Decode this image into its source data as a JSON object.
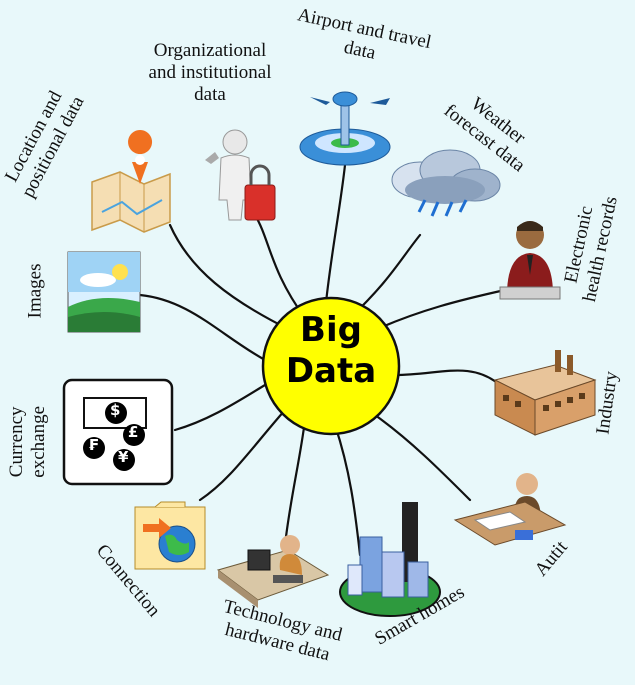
{
  "center": {
    "line1": "Big",
    "line2": "Data"
  },
  "branches": [
    {
      "id": "location",
      "line1": "Location and",
      "line2": "positional data",
      "icon": "map-pin-icon"
    },
    {
      "id": "organizational",
      "line1": "Organizational",
      "line2": "and institutional",
      "line3": "data",
      "icon": "padlock-person-icon"
    },
    {
      "id": "airport",
      "line1": "Airport and travel",
      "line2": "data",
      "icon": "airport-tower-icon"
    },
    {
      "id": "weather",
      "line1": "Weather",
      "line2": "forecast data",
      "icon": "storm-cloud-icon"
    },
    {
      "id": "health",
      "line1": "Electronic",
      "line2": "health records",
      "icon": "person-computer-icon"
    },
    {
      "id": "images",
      "line1": "Images",
      "icon": "landscape-image-icon"
    },
    {
      "id": "industry",
      "line1": "Industry",
      "icon": "factory-icon"
    },
    {
      "id": "currency",
      "line1": "Currency",
      "line2": "exchange",
      "icon": "currency-symbols-icon"
    },
    {
      "id": "connection",
      "line1": "Connection",
      "icon": "globe-folder-icon"
    },
    {
      "id": "technology",
      "line1": "Technology and",
      "line2": "hardware data",
      "icon": "workstation-icon"
    },
    {
      "id": "smarthomes",
      "line1": "Smart homes",
      "icon": "city-buildings-icon"
    },
    {
      "id": "audit",
      "line1": "Autit",
      "icon": "accountant-desk-icon"
    }
  ],
  "currency_symbols": [
    "$",
    "£",
    "₣",
    "¥"
  ],
  "colors": {
    "background": "#e8f8fa",
    "hub": "#ffff00",
    "line": "#111111"
  }
}
